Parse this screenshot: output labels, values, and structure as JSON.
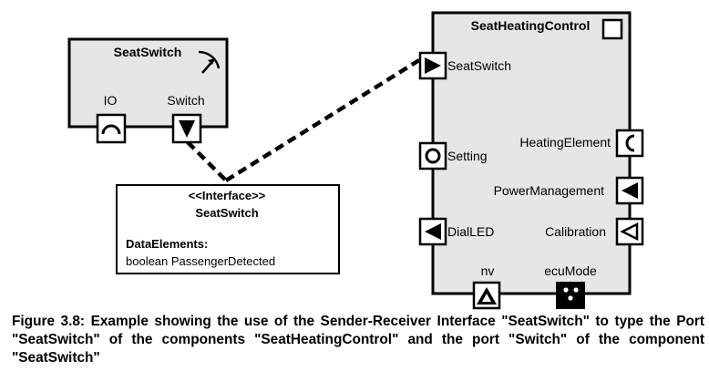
{
  "diagram": {
    "components": {
      "seat_switch": {
        "title": "SeatSwitch",
        "ports": {
          "io": "IO",
          "switch": "Switch"
        }
      },
      "seat_heating_control": {
        "title": "SeatHeatingControl",
        "ports": {
          "seat_switch": "SeatSwitch",
          "setting": "Setting",
          "heating_element": "HeatingElement",
          "power_management": "PowerManagement",
          "dial_led": "DialLED",
          "calibration": "Calibration",
          "nv": "nv",
          "ecu_mode": "ecuMode"
        }
      }
    },
    "interface": {
      "stereotype": "<<Interface>>",
      "name": "SeatSwitch",
      "data_elements_label": "DataElements:",
      "data_element": "boolean PassengerDetected"
    },
    "colors": {
      "component_fill": "#e6e6e6",
      "stroke": "#000000",
      "background": "#ffffff"
    }
  },
  "caption": "Figure 3.8: Example showing the use of the Sender-Receiver Interface \"SeatSwitch\" to type the Port \"SeatSwitch\" of the components \"SeatHeatingControl\" and the port \"Switch\" of the component \"SeatSwitch\""
}
